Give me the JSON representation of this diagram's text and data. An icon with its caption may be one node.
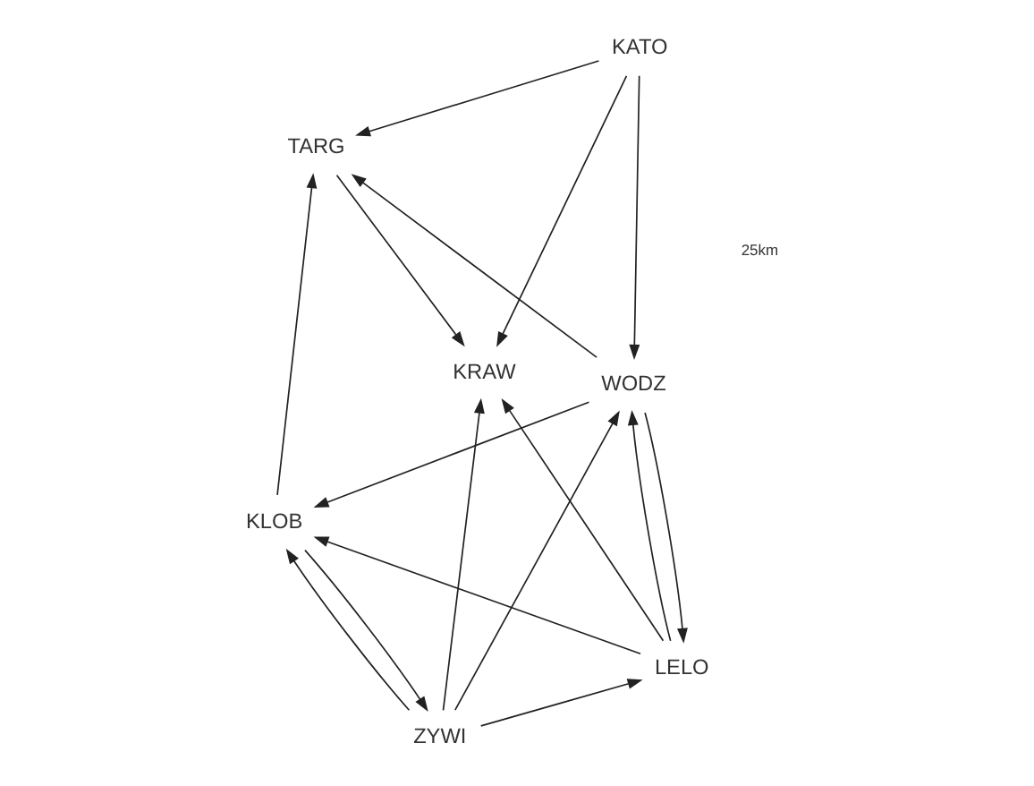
{
  "diagram": {
    "nodes": [
      {
        "text": [
          "KLOB"
        ]
      },
      {
        "text": [
          "LELO"
        ]
      },
      {
        "text": [
          "TARG"
        ]
      },
      {
        "text": [
          "KATO"
        ]
      },
      {
        "text": [
          "WODZ"
        ]
      },
      {
        "text": [
          "KRAW"
        ]
      },
      {
        "text": [
          "ZYWI"
        ]
      }
    ],
    "edges": [
      {
        "from": 1,
        "to": 0,
        "arrow": "to"
      },
      {
        "from": 4,
        "to": 0,
        "arrow": "to"
      },
      {
        "from": 0,
        "to": 2,
        "arrow": "to"
      },
      {
        "from": 0,
        "to": 6,
        "arrow": "to"
      },
      {
        "from": 6,
        "to": 0,
        "arrow": "to"
      },
      {
        "from": 4,
        "to": 2,
        "arrow": "to"
      },
      {
        "from": 3,
        "to": 2,
        "arrow": "to"
      },
      {
        "from": 2,
        "to": 5,
        "arrow": "to"
      },
      {
        "from": 3,
        "to": 5,
        "arrow": "to"
      },
      {
        "from": 4,
        "to": 1,
        "arrow": "to"
      },
      {
        "from": 1,
        "to": 4,
        "arrow": "to"
      },
      {
        "from": 3,
        "to": 4,
        "arrow": "to"
      },
      {
        "from": 6,
        "to": 4,
        "arrow": "to"
      },
      {
        "from": 1,
        "to": 5,
        "arrow": "to"
      },
      {
        "from": 6,
        "to": 5,
        "arrow": "to"
      },
      {
        "from": 6,
        "to": 1,
        "arrow": "to"
      }
    ],
    "labels": [
      "25km"
    ]
  }
}
